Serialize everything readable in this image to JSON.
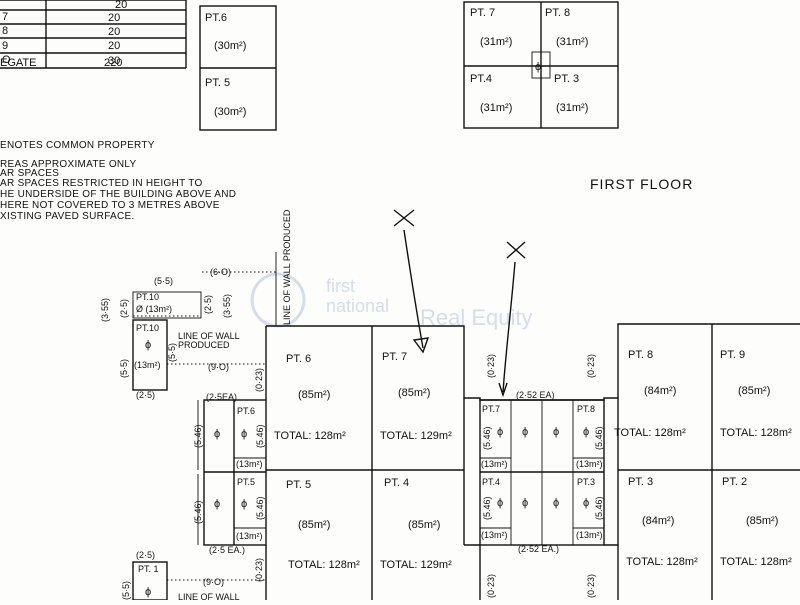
{
  "table": {
    "rows": [
      {
        "label": "",
        "value": "20"
      },
      {
        "label": "7",
        "value": "20"
      },
      {
        "label": "8",
        "value": "20"
      },
      {
        "label": "9",
        "value": "20"
      },
      {
        "label": "O",
        "value": "30"
      },
      {
        "label": "EGATE",
        "value": "220"
      }
    ]
  },
  "notes": [
    "ENOTES  COMMON PROPERTY",
    "REAS APPROXIMATE ONLY",
    "AR SPACES",
    "AR SPACES RESTRICTED IN HEIGHT TO",
    "HE UNDERSIDE OF THE BUILDING ABOVE AND",
    "HERE NOT COVERED TO 3 METRES ABOVE",
    "XISTING PAVED SURFACE."
  ],
  "first_floor_title": "FIRST   FLOOR",
  "watermark": {
    "line1": "first",
    "line2": "national",
    "line3": "Real Equity"
  },
  "upper_left_plan": [
    {
      "name": "PT.6",
      "area": "(30m²)"
    },
    {
      "name": "PT. 5",
      "area": "(30m²)"
    }
  ],
  "upper_right_plan": [
    {
      "name": "PT. 7",
      "area": "(31m²)"
    },
    {
      "name": "PT. 8",
      "area": "(31m²)"
    },
    {
      "name": "PT.4",
      "area": "(31m²)"
    },
    {
      "name": "PT. 3",
      "area": "(31m²)"
    }
  ],
  "phi": "ϕ",
  "ground_plan": {
    "units": [
      {
        "name": "PT. 6",
        "area": "(85m²)",
        "total": "TOTAL: 128m²"
      },
      {
        "name": "PT. 7",
        "area": "(85m²)",
        "total": "TOTAL: 129m²"
      },
      {
        "name": "PT. 5",
        "area": "(85m²)",
        "total": "TOTAL: 128m²"
      },
      {
        "name": "PT. 4",
        "area": "(85m²)",
        "total": "TOTAL: 129m²"
      },
      {
        "name": "PT. 8",
        "area": "(84m²)",
        "total": "TOTAL: 128m²"
      },
      {
        "name": "PT. 9",
        "area": "(85m²)",
        "total": "TOTAL: 128m²"
      },
      {
        "name": "PT. 3",
        "area": "(84m²)",
        "total": "TOTAL: 128m²"
      },
      {
        "name": "PT. 2",
        "area": "(85m²)",
        "total": "TOTAL: 128m²"
      }
    ],
    "garages": {
      "pt6": "PT.6",
      "pt5": "PT.5",
      "pt7": "PT.7",
      "pt8": "PT.8",
      "pt4": "PT.4",
      "pt3": "PT.3",
      "pt10a": "PT.10",
      "pt10b": "PT.10",
      "pt1": "PT. 1",
      "area13": "(13m²)",
      "area13b": "Ø (13m²)",
      "area13c": "(13m²)"
    },
    "dims": {
      "d546": "(5.46)",
      "d55": "(5·5)",
      "d25": "(2·5)",
      "d355": "(3·55)",
      "d60": "(6·O)",
      "d90": "(9·O)",
      "d023": "(0·23)",
      "d25ea": "(2·5EA)",
      "d25ea2": "(2·5 EA.)",
      "d252ea": "(2·52 EA)",
      "d252ea2": "(2·52 EA.)",
      "d90b": "(9·O)"
    },
    "wall_labels": {
      "produced": "PRODUCED",
      "line_of_wall": "LINE OF WALL",
      "vertical": "LINE OF WALL PRODUCED",
      "line_of_wall_b": "LINE OF WALL"
    }
  }
}
